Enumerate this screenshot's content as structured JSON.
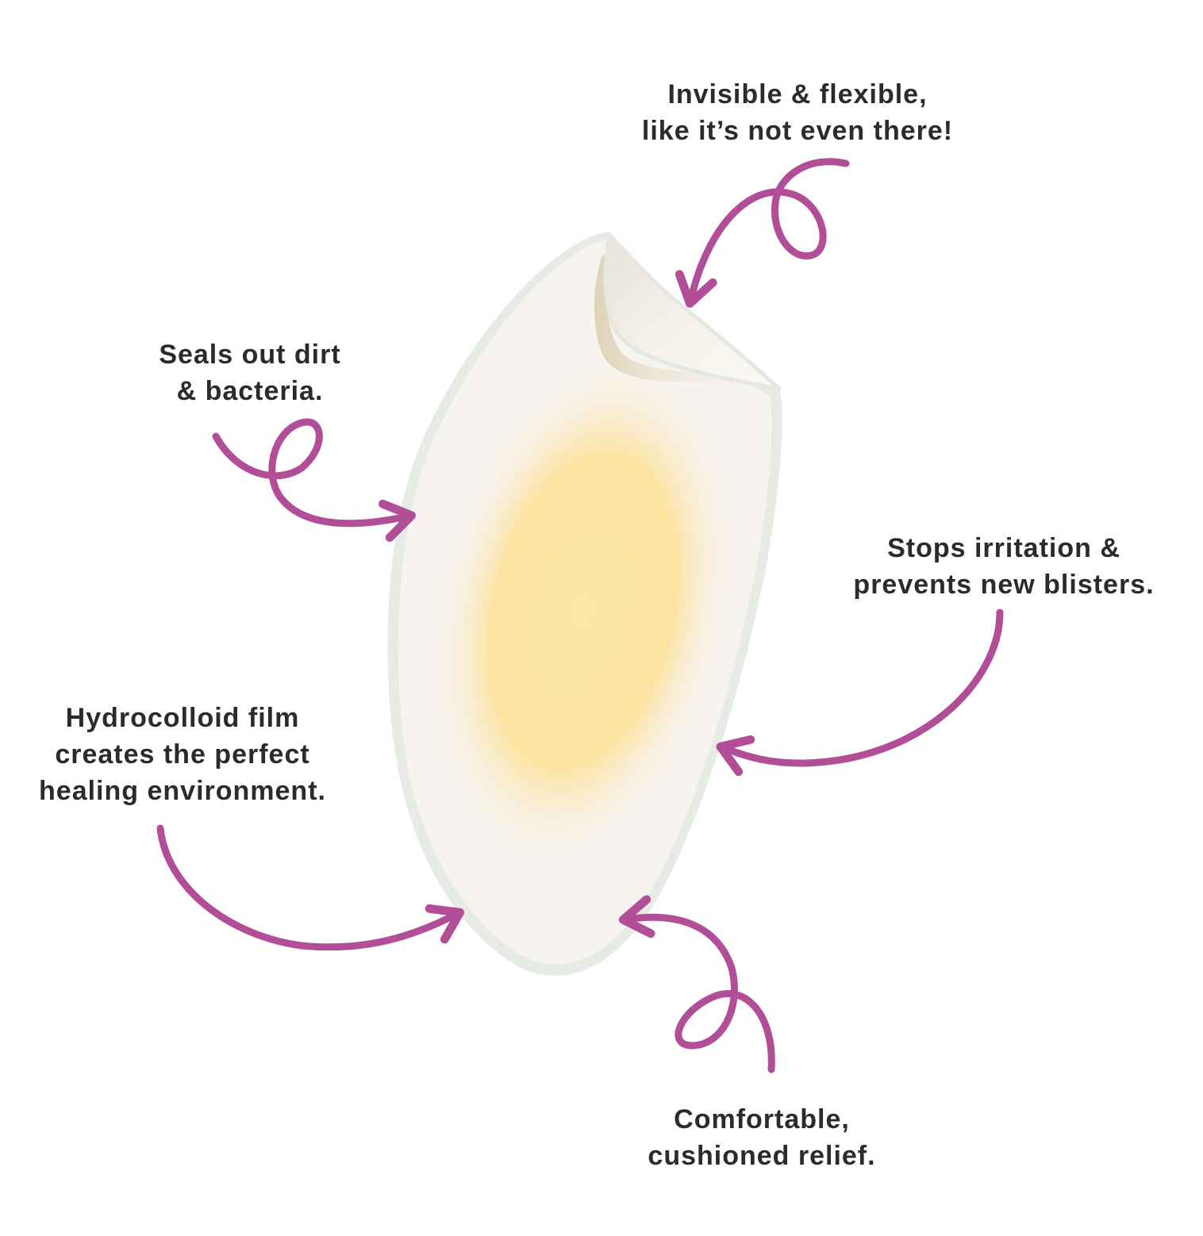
{
  "callouts": {
    "flexible": {
      "line1": "Invisible & flexible,",
      "line2": "like it’s not even there!"
    },
    "seals": {
      "line1": "Seals out dirt",
      "line2": "& bacteria."
    },
    "irritation": {
      "line1": "Stops irritation &",
      "line2": "prevents new blisters."
    },
    "hydrocolloid": {
      "line1": "Hydrocolloid film",
      "line2": "creates the perfect",
      "line3": "healing environment."
    },
    "comfort": {
      "line1": "Comfortable,",
      "line2": "cushioned relief."
    }
  },
  "colors": {
    "arrow": "#b24e97",
    "text": "#2b2b2b",
    "bandage_edge": "#e6ebe6",
    "bandage_body": "#f7f3ee",
    "pad_center": "#fde7a4",
    "background": "#ffffff"
  },
  "icons": {
    "bandage": "blister-bandage-illustration",
    "arrow": "curly-arrow-icon"
  }
}
